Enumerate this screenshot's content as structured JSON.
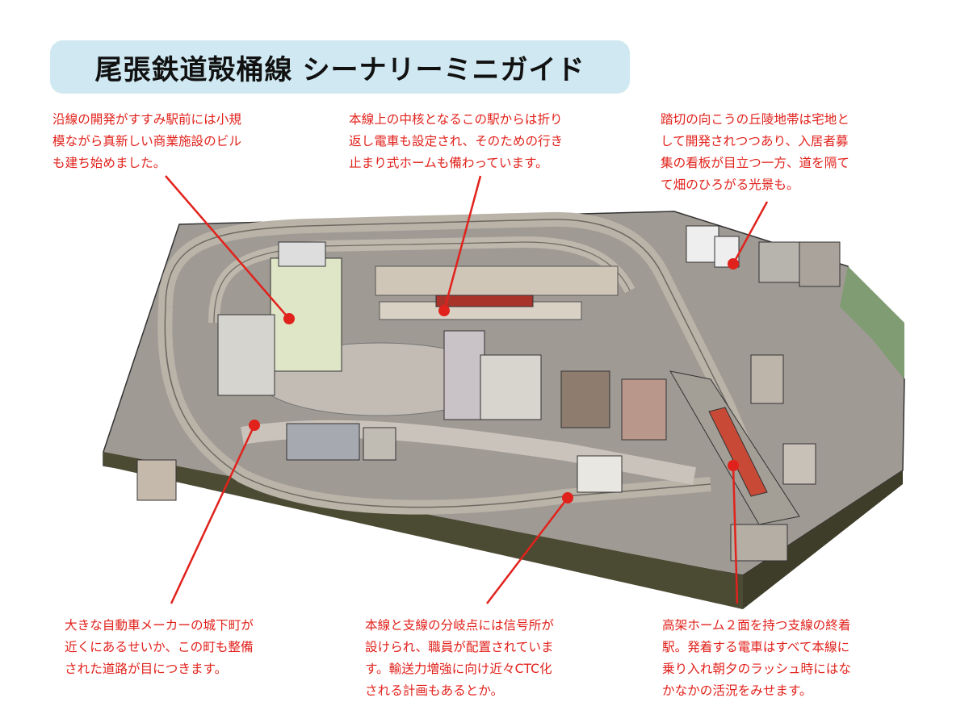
{
  "title": {
    "main": "尾張鉄道殻桶線",
    "sub": "シーナリーミニガイド"
  },
  "colors": {
    "callout": "#e1221c",
    "banner": "#cfe8f1",
    "ground": "#9f9a94",
    "base_side": "#4b4a33"
  },
  "notes": [
    {
      "id": "station-front",
      "text": "沿線の開発がすすみ駅前には小規\n模ながら真新しい商業施設のビル\nも建ち始めました。"
    },
    {
      "id": "central-station",
      "text": "本線上の中核となるこの駅からは折り\n返し電車も設定され、そのための行き\n止まり式ホームも備わっています。"
    },
    {
      "id": "hillside",
      "text": "踏切の向こうの丘陵地帯は宅地と\nして開発されつつあり、入居者募\n集の看板が目立つ一方、道を隔て\nて畑のひろがる光景も。"
    },
    {
      "id": "castle-town",
      "text": "大きな自動車メーカーの城下町が\n近くにあるせいか、この町も整備\nされた道路が目につきます。"
    },
    {
      "id": "junction",
      "text": "本線と支線の分岐点には信号所が\n設けられ、職員が配置されていま\nす。輸送力増強に向け近々CTC化\nされる計画もあるとか。"
    },
    {
      "id": "terminal",
      "text": "高架ホーム２面を持つ支線の終着\n駅。発着する電車はすべて本線に\n乗り入れ朝夕のラッシュ時にはな\nかなかの活況をみせます。"
    }
  ]
}
